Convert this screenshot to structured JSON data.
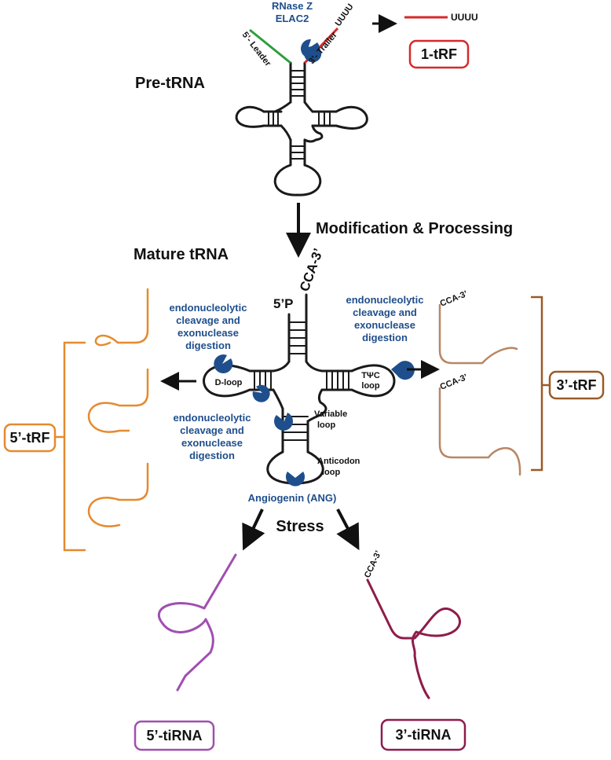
{
  "colors": {
    "structure": "#1a1a1a",
    "enzyme": "#1f4e8c",
    "leader": "#2e9e3e",
    "trailer": "#d62a2a",
    "trf5": "#e58a2e",
    "trf3": "#b88663",
    "trf3_box": "#9a5a28",
    "tirna5": "#a04fb0",
    "tirna3": "#8e1c4a",
    "trf1_box": "#d62a2a"
  },
  "labels": {
    "pre_trna": "Pre-tRNA",
    "rnase": "RNase Z",
    "elac2": "ELAC2",
    "leader": "5’- Leader",
    "trailer": "3’- Trailer",
    "uuuu_pre": "UUUU",
    "uuuu_1trf": "UUUU",
    "trf1": "1-tRF",
    "modification": "Modification & Processing",
    "mature_trna": "Mature tRNA",
    "five_p": "5’P",
    "cca_mature": "CCA-3’",
    "endo_left": [
      "endonucleolytic",
      "cleavage and",
      "exonuclease",
      "digestion"
    ],
    "endo_right": [
      "endonucleolytic",
      "cleavage and",
      "exonuclease",
      "digestion"
    ],
    "endo_bottom": [
      "endonucleolytic",
      "cleavage and",
      "exonuclease",
      "digestion"
    ],
    "d_loop": "D-loop",
    "tpsic_loop": [
      "TΨC",
      "loop"
    ],
    "variable_loop": [
      "Variable",
      "loop"
    ],
    "anticodon_loop": [
      "Anticodon",
      "loop"
    ],
    "angiogenin": "Angiogenin (ANG)",
    "stress": "Stress",
    "trf5": "5’-tRF",
    "trf3": "3’-tRF",
    "cca_trf3_a": "CCA-3’",
    "cca_trf3_b": "CCA-3’",
    "cca_tirna3": "CCA-3’",
    "tirna5": "5’-tiRNA",
    "tirna3": "3’-tiRNA"
  }
}
